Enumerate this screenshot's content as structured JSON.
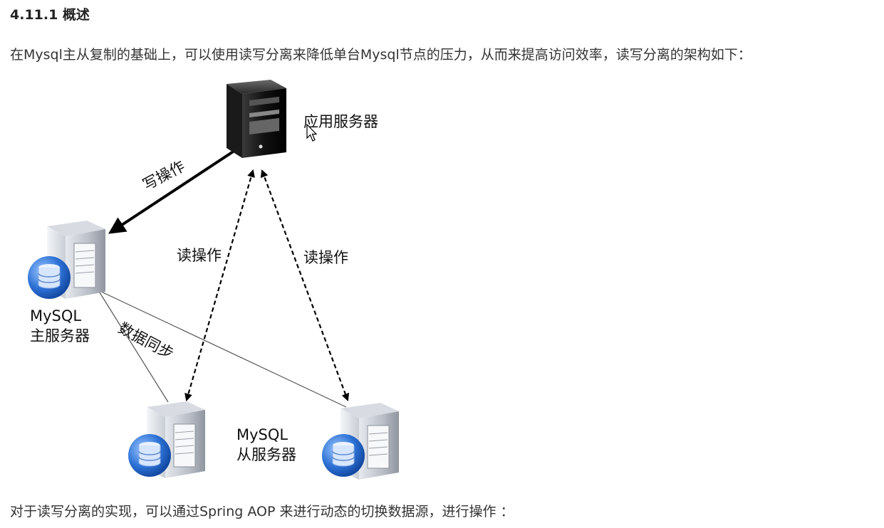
{
  "section": {
    "title": "4.11.1 概述"
  },
  "intro_text": "在Mysql主从复制的基础上，可以使用读写分离来降低单台Mysql节点的压力，从而来提高访问效率，读写分离的架构如下：",
  "diagram": {
    "app_server_label": "应用服务器",
    "write_label": "写操作",
    "read_label_left": "读操作",
    "read_label_right": "读操作",
    "master_label_line1": "MySQL",
    "master_label_line2": "主服务器",
    "sync_label": "数据同步",
    "slave_label_line1": "MySQL",
    "slave_label_line2": "从服务器"
  },
  "outro_text": "对于读写分离的实现，可以通过Spring AOP 来进行动态的切换数据源，进行操作 ："
}
